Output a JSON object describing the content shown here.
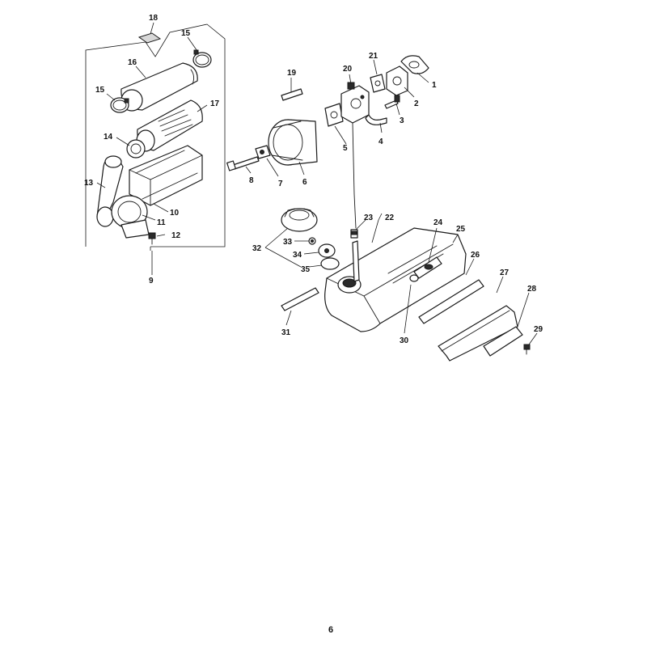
{
  "page_number": "6",
  "callouts": {
    "c1": "1",
    "c2": "2",
    "c3": "3",
    "c4": "4",
    "c5": "5",
    "c6": "6",
    "c7": "7",
    "c8": "8",
    "c9": "9",
    "c10": "10",
    "c11": "11",
    "c12": "12",
    "c13": "13",
    "c14": "14",
    "c15a": "15",
    "c15b": "15",
    "c16": "16",
    "c17": "17",
    "c18": "18",
    "c19": "19",
    "c20": "20",
    "c21": "21",
    "c22": "22",
    "c23": "23",
    "c24": "24",
    "c25": "25",
    "c26": "26",
    "c27": "27",
    "c28": "28",
    "c29": "29",
    "c30": "30",
    "c31": "31",
    "c32": "32",
    "c33": "33",
    "c34": "34",
    "c35": "35"
  }
}
